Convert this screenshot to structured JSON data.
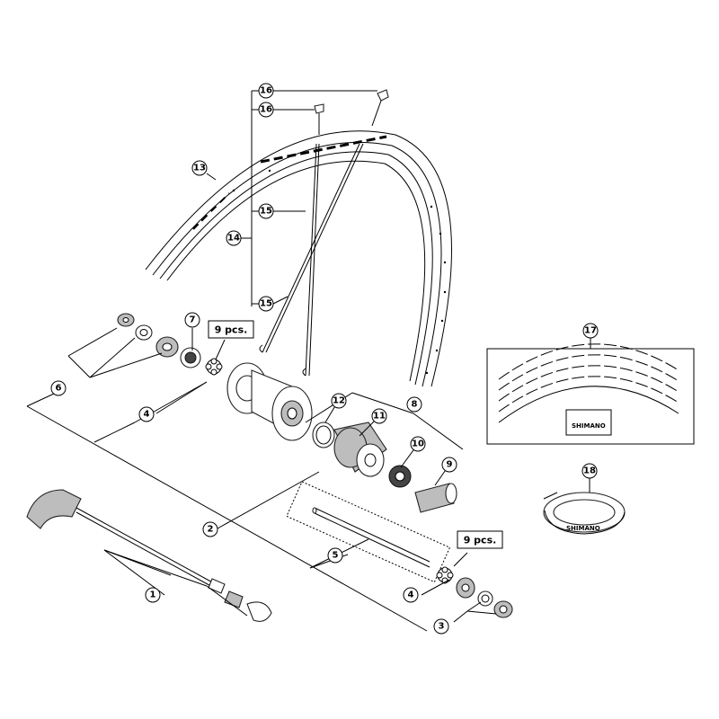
{
  "callouts": [
    {
      "id": "c1",
      "label": "1"
    },
    {
      "id": "c2",
      "label": "2"
    },
    {
      "id": "c3",
      "label": "3"
    },
    {
      "id": "c4a",
      "label": "4"
    },
    {
      "id": "c4b",
      "label": "4"
    },
    {
      "id": "c5",
      "label": "5"
    },
    {
      "id": "c6",
      "label": "6"
    },
    {
      "id": "c7",
      "label": "7"
    },
    {
      "id": "c8",
      "label": "8"
    },
    {
      "id": "c9",
      "label": "9"
    },
    {
      "id": "c10",
      "label": "10"
    },
    {
      "id": "c11",
      "label": "11"
    },
    {
      "id": "c12",
      "label": "12"
    },
    {
      "id": "c13",
      "label": "13"
    },
    {
      "id": "c14",
      "label": "14"
    },
    {
      "id": "c15a",
      "label": "15"
    },
    {
      "id": "c15b",
      "label": "15"
    },
    {
      "id": "c16a",
      "label": "16"
    },
    {
      "id": "c16b",
      "label": "16"
    },
    {
      "id": "c17",
      "label": "17"
    },
    {
      "id": "c18",
      "label": "18"
    }
  ],
  "quantity_labels": [
    {
      "id": "q1",
      "text": "9 pcs."
    },
    {
      "id": "q2",
      "text": "9 pcs."
    }
  ],
  "decal_brand": "SHIMANO",
  "tape_brand": "SHIMANO"
}
